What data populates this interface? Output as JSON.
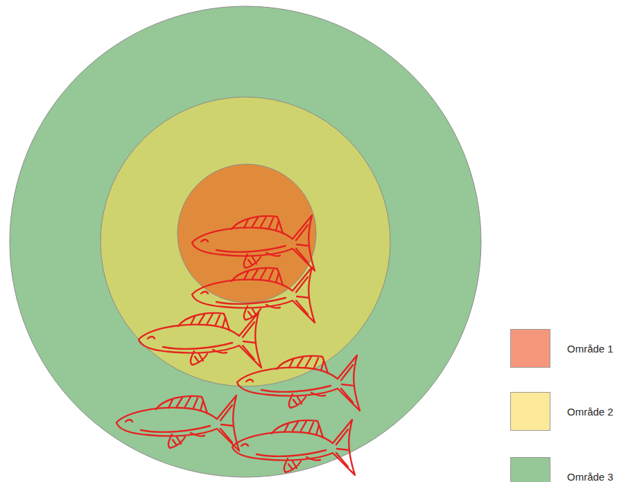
{
  "diagram": {
    "legend": [
      {
        "text": "Område 1",
        "color": "#f5977a"
      },
      {
        "text": "Område 2",
        "color": "#fde99a"
      },
      {
        "text": "Område 3",
        "color": "#95c797"
      }
    ]
  }
}
